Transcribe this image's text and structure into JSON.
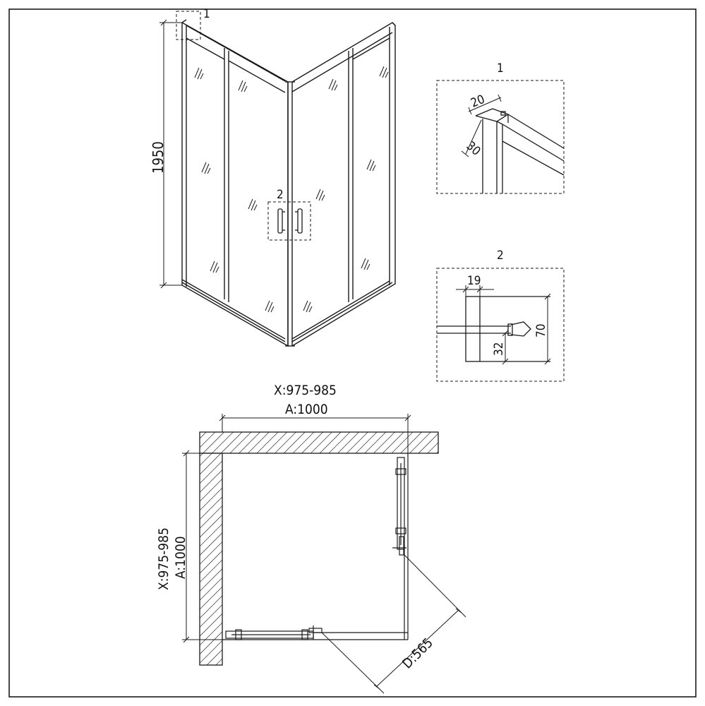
{
  "colors": {
    "line": "#1a1a1a",
    "paper": "#ffffff",
    "hatch": "#1a1a1a"
  },
  "elevation": {
    "callout_detail_1": "1",
    "callout_detail_2": "2",
    "height_dim": "1950"
  },
  "detail_1": {
    "title": "1",
    "profile_width": "20",
    "profile_depth": "30"
  },
  "detail_2": {
    "title": "2",
    "handle_width": "19",
    "handle_height": "70",
    "handle_offset": "32"
  },
  "plan": {
    "x_range_top": "X:975-985",
    "a_top": "A:1000",
    "x_range_left": "X:975-985",
    "a_left": "A:1000",
    "door_opening": "D:565"
  }
}
